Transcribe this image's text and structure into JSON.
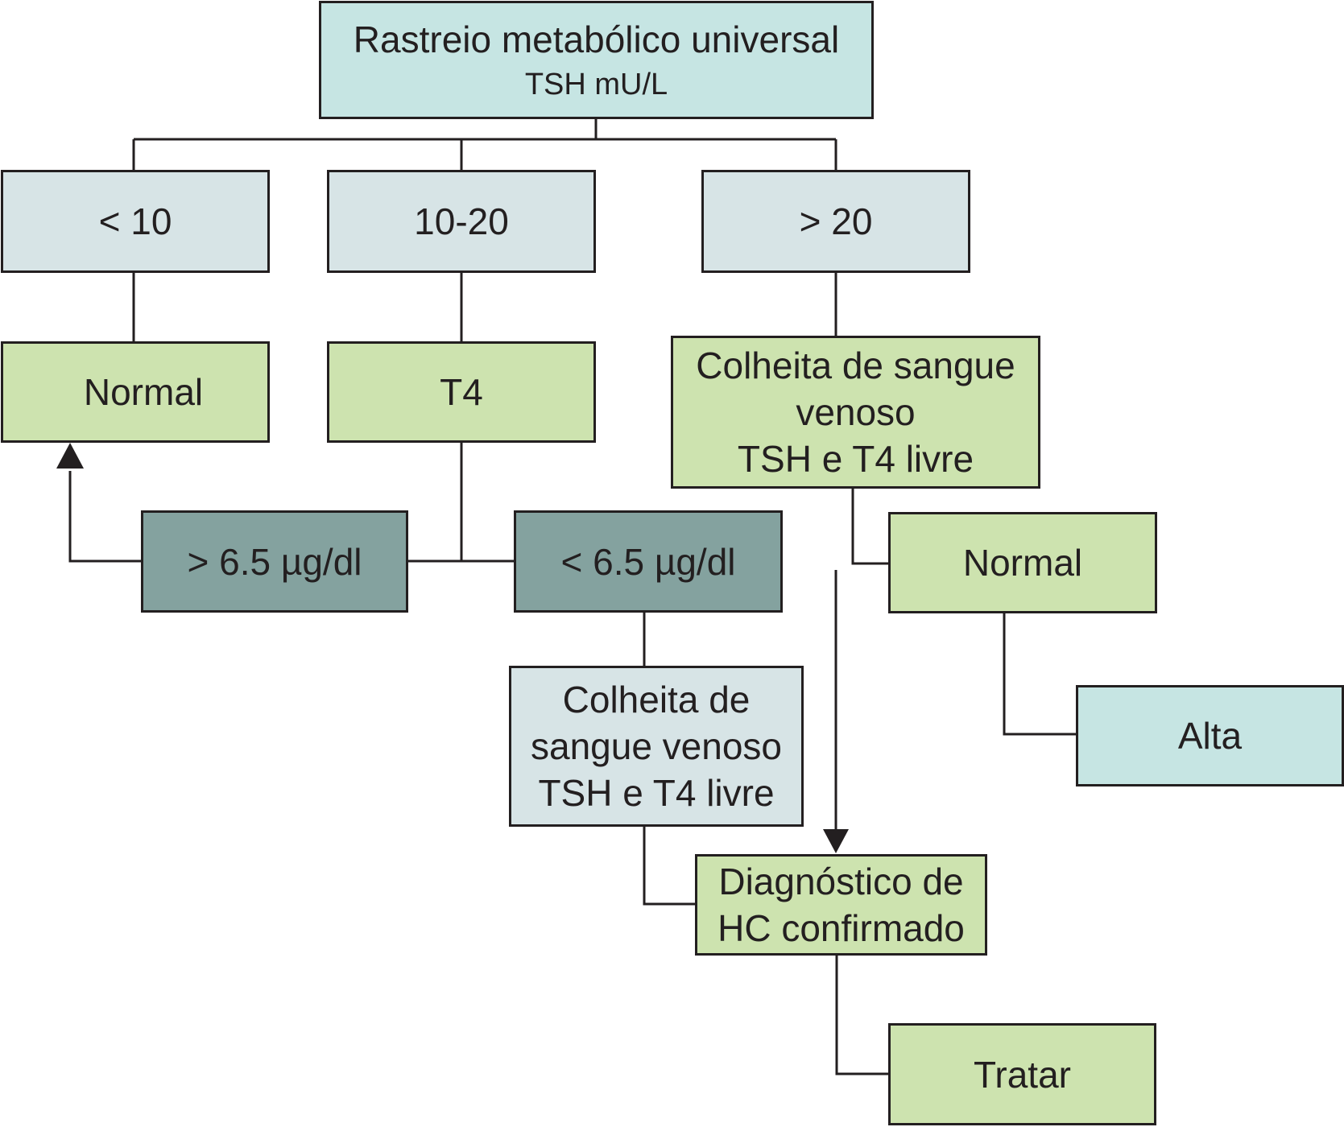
{
  "nodes": {
    "root": {
      "title": "Rastreio metabólico universal",
      "subtitle": "TSH mU/L"
    },
    "lt10": {
      "label": "< 10"
    },
    "r10_20": {
      "label": "10-20"
    },
    "gt20": {
      "label": "> 20"
    },
    "normal_left": {
      "label": "Normal"
    },
    "t4": {
      "label": "T4"
    },
    "venous_right": {
      "label": "Colheita de sangue\nvenoso\nTSH e T4 livre"
    },
    "t4_high": {
      "label": "> 6.5 µg/dl"
    },
    "t4_low": {
      "label": "< 6.5 µg/dl"
    },
    "normal_right": {
      "label": "Normal"
    },
    "venous_mid": {
      "label": "Colheita de\nsangue venoso\nTSH e T4 livre"
    },
    "alta": {
      "label": "Alta"
    },
    "diagnosis": {
      "label": "Diagnóstico de\nHC confirmado"
    },
    "treat": {
      "label": "Tratar"
    }
  },
  "colors": {
    "teal": "#c6e5e3",
    "grey": "#d7e4e6",
    "green": "#cde3af",
    "dark": "#84a29f",
    "line": "#231f20"
  }
}
